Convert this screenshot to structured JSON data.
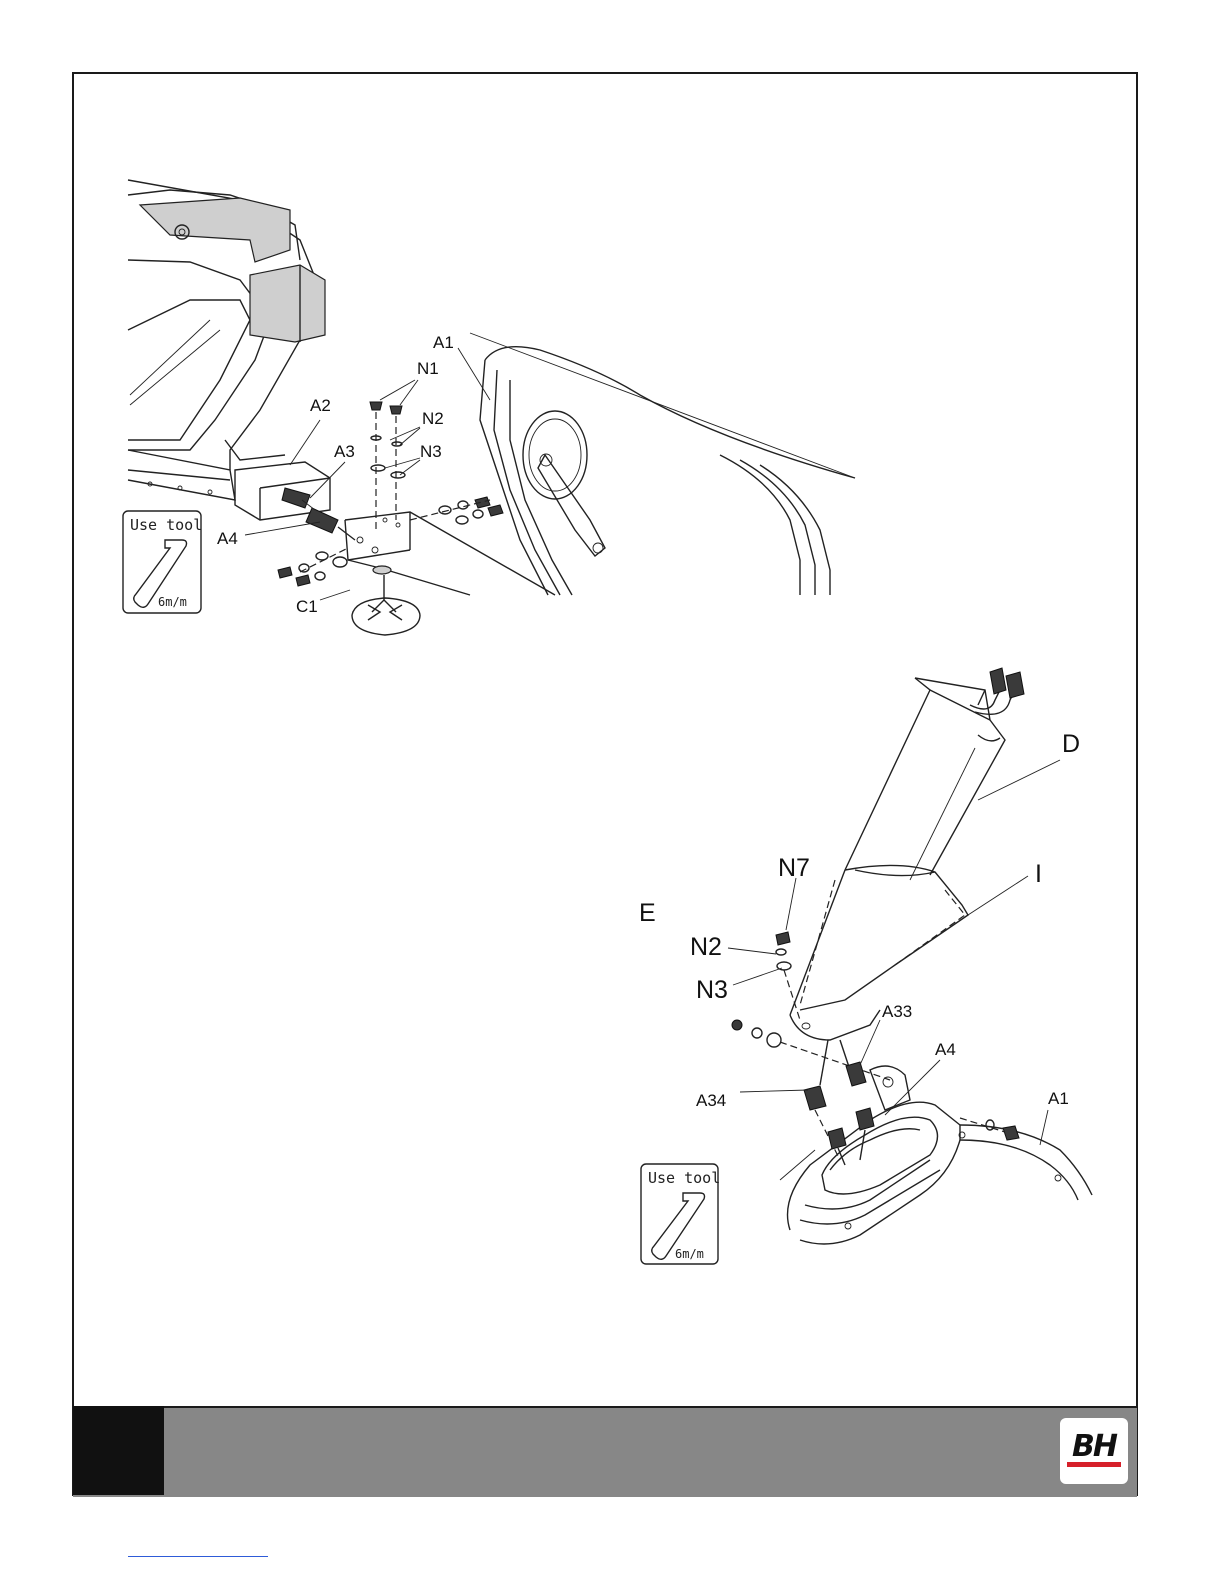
{
  "top_labels": {
    "A1": "A1",
    "N1": "N1",
    "N2": "N2",
    "N3": "N3",
    "A2": "A2",
    "A3": "A3",
    "A4": "A4",
    "C1": "C1"
  },
  "bottom_labels": {
    "D": "D",
    "I": "I",
    "N7": "N7",
    "E": "E",
    "N2": "N2",
    "N3": "N3",
    "A33": "A33",
    "A4": "A4",
    "A34": "A34",
    "A1": "A1"
  },
  "tool_top": {
    "line1": "Use tool",
    "size": "6m/m"
  },
  "tool_bottom": {
    "line1": "Use tool",
    "size": "6m/m"
  },
  "footer": {
    "logo": "BH",
    "logo_accent": "#d6202a",
    "bar_color": "#878787"
  }
}
